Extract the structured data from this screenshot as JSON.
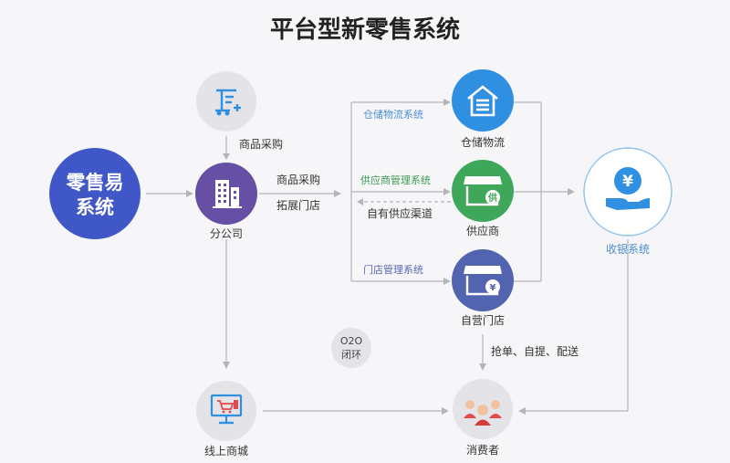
{
  "title": "平台型新零售系统",
  "nodes": {
    "retail_system": {
      "line1": "零售易",
      "line2": "系统"
    },
    "procurement_icon_label": "商品采购",
    "branch": "分公司",
    "warehouse": "仓储物流",
    "supplier": "供应商",
    "own_store": "自营门店",
    "cashier": "收银系统",
    "online_mall": "线上商城",
    "consumer": "消费者",
    "o2o": {
      "line1": "O2O",
      "line2": "闭环"
    }
  },
  "edges": {
    "branch_out_1": "商品采购",
    "branch_out_2": "拓展门店",
    "to_warehouse": "仓储物流系统",
    "to_supplier": "供应商管理系统",
    "from_supplier": "自有供应渠道",
    "to_store": "门店管理系统",
    "store_to_consumer": "抢单、自提、配送"
  },
  "colors": {
    "retail": "#3f57c7",
    "branch": "#6650a6",
    "warehouse": "#2f8fe0",
    "supplier": "#3ea75a",
    "store": "#5263b0",
    "grey_node": "#e4e4e8",
    "cashier_fill": "#2f8fe0"
  }
}
